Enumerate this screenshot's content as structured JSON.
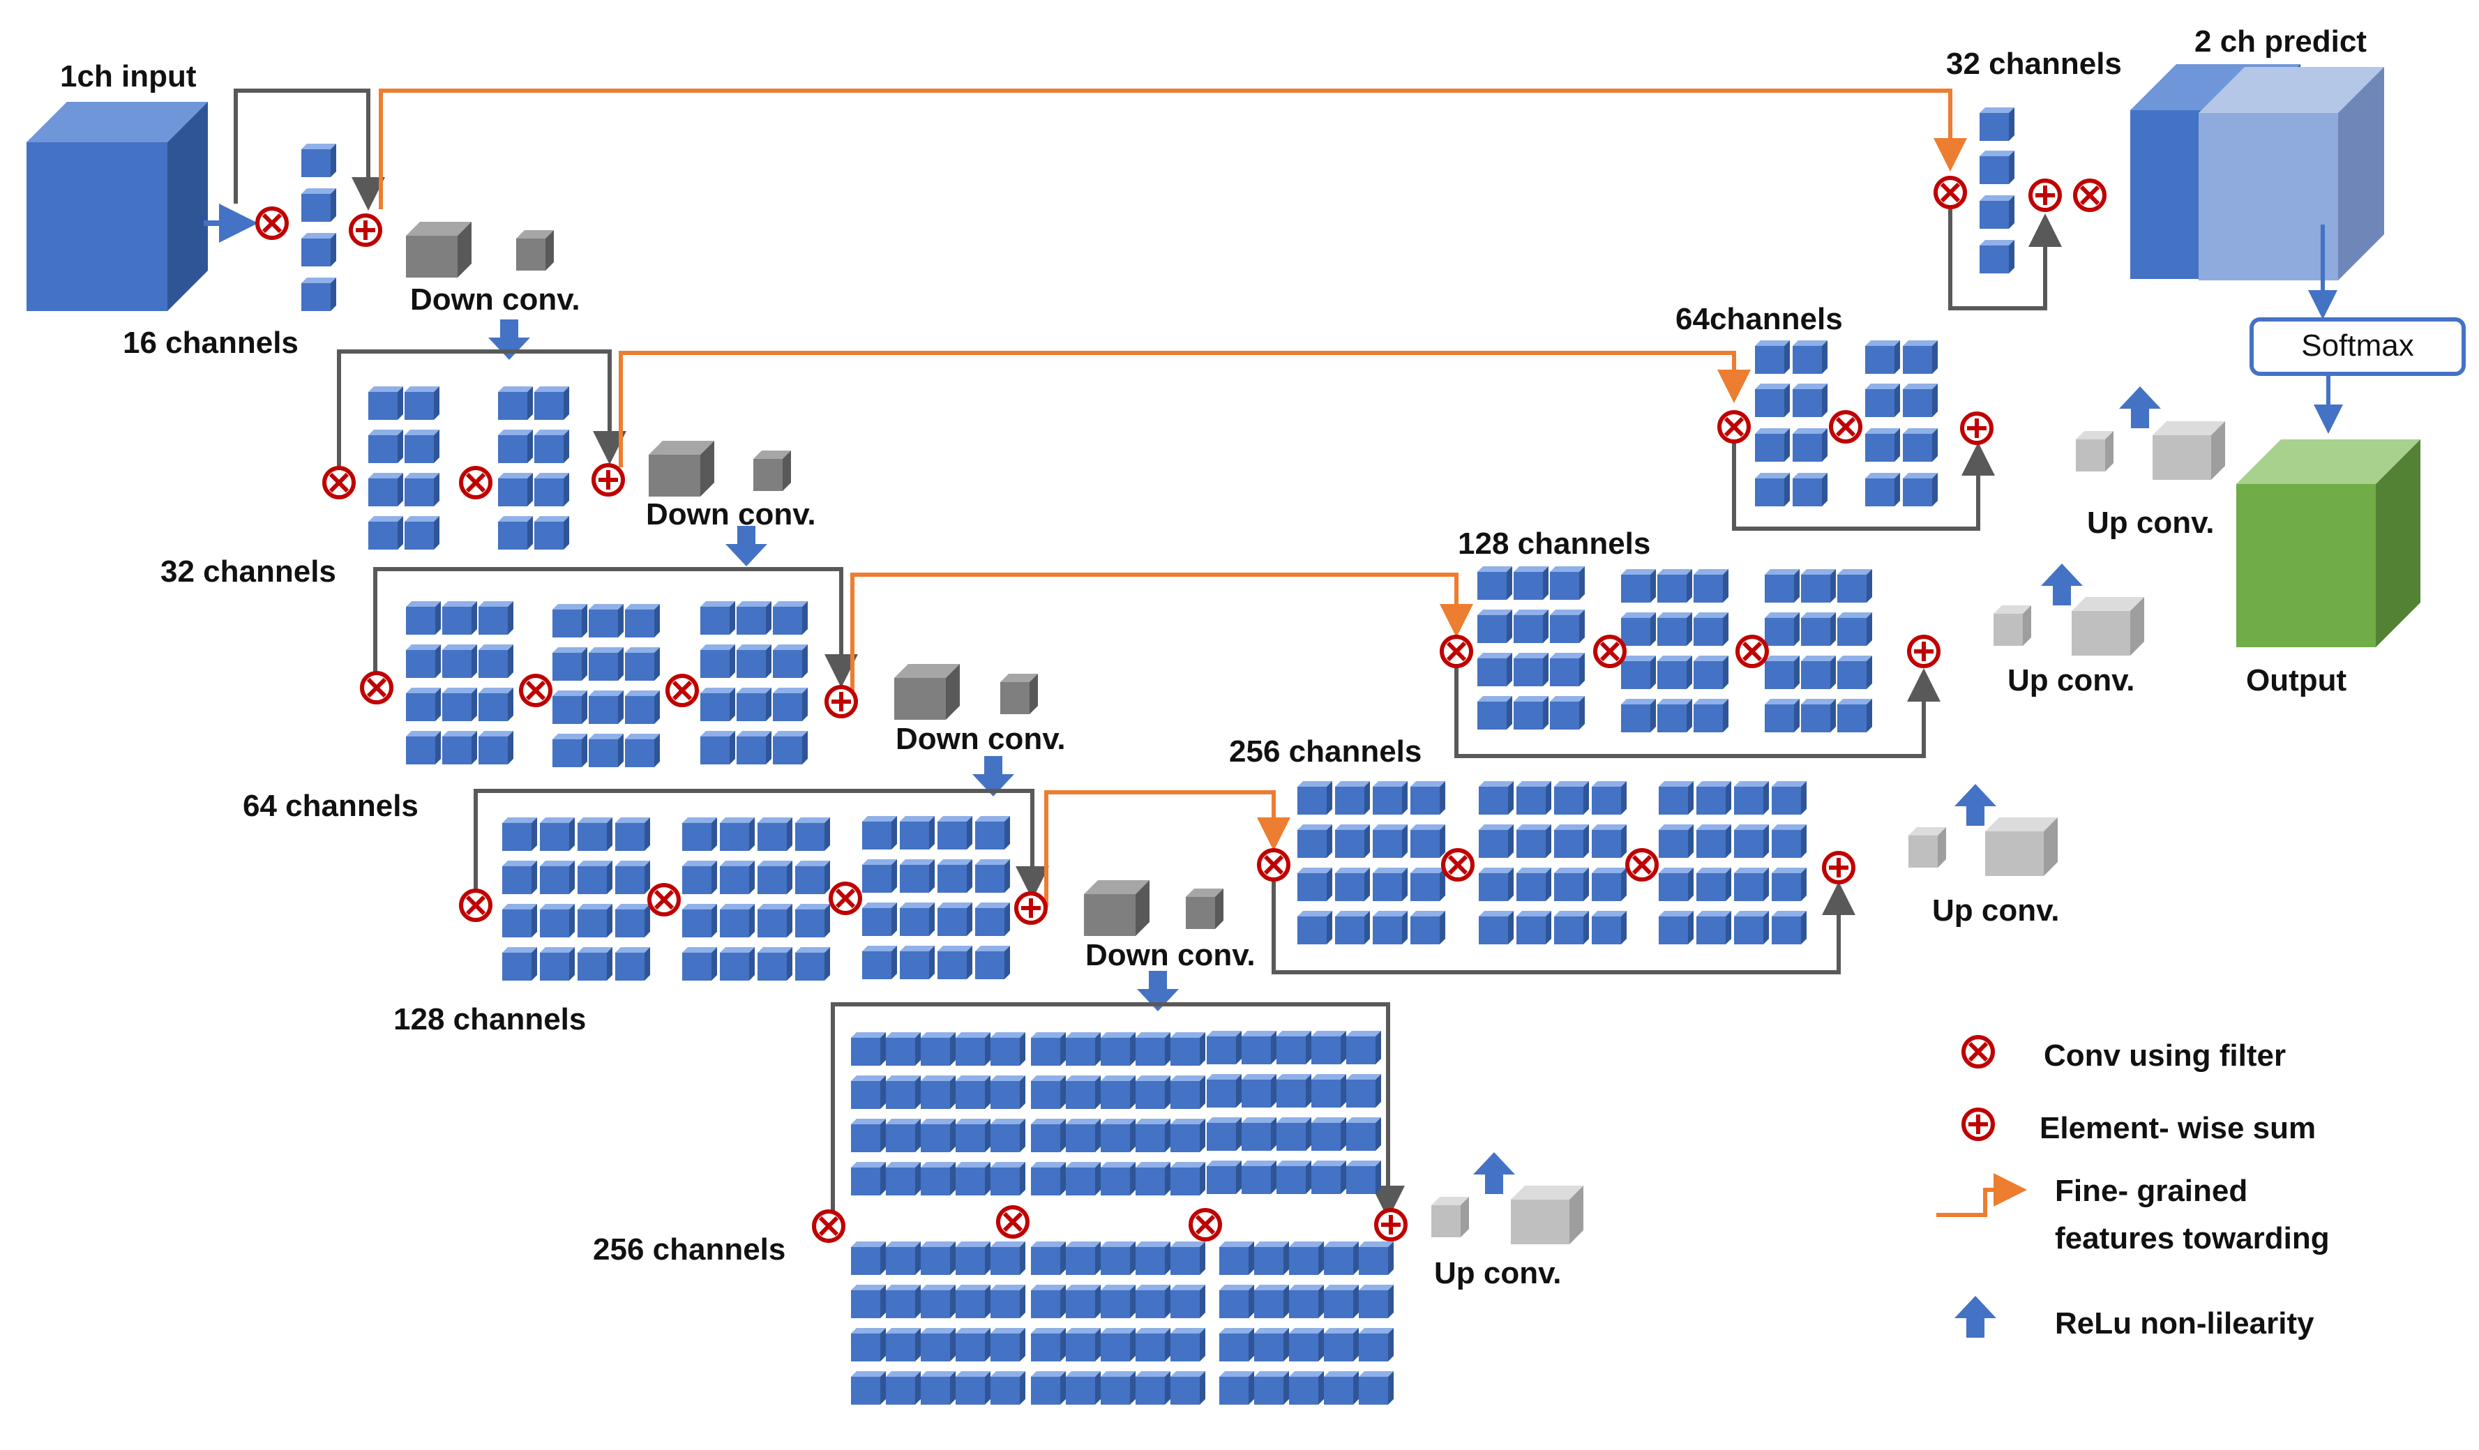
{
  "labels": {
    "input": "1ch input",
    "predict": "2 ch predict",
    "output": "Output",
    "softmax": "Softmax",
    "enc": {
      "l1": "16 channels",
      "l2": "32 channels",
      "l3": "64 channels",
      "l4": "128 channels",
      "l5": "256 channels"
    },
    "dec": {
      "l1": "32 channels",
      "l2": "64channels",
      "l3": "128 channels",
      "l4": "256 channels"
    },
    "down_conv": "Down conv.",
    "up_conv": "Up conv."
  },
  "legend": {
    "conv": "Conv using filter",
    "sum": "Element- wise sum",
    "fine_line1": "Fine- grained",
    "fine_line2": "features towarding",
    "relu": "ReLu non-lilearity"
  },
  "colors": {
    "cube_blue": "#4472c4",
    "cube_light_blue": "#8faadc",
    "cube_gray": "#7f7f7f",
    "cube_light_gray": "#bfbfbf",
    "cube_green": "#70ad47",
    "conv_red": "#c00000",
    "skip_orange": "#ed7d31",
    "line_gray": "#595959",
    "arrow_blue": "#4472c4"
  },
  "icons": [
    "conv-filter-icon",
    "element-sum-icon",
    "skip-connection-icon",
    "relu-arrow-icon"
  ]
}
